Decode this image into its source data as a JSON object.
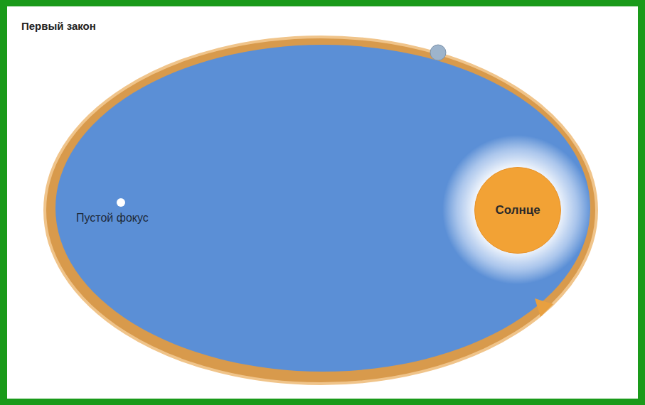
{
  "diagram": {
    "title": "Первый закон",
    "nodes": [
      {
        "text": [
          "Солнце"
        ]
      }
    ],
    "labels": [
      "Пустой фокус"
    ]
  }
}
